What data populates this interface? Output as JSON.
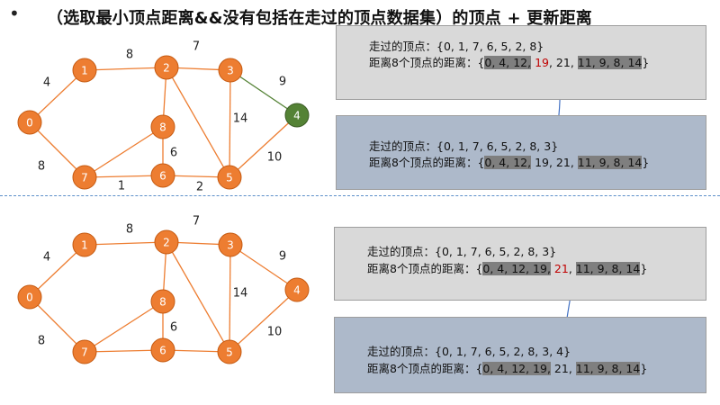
{
  "title": {
    "bullet": "•",
    "text": "（选取最小顶点距离&&没有包括在走过的顶点数据集）的顶点 + 更新距离"
  },
  "colors": {
    "node_orange": "#ed7d31",
    "node_green": "#548235",
    "box_grey": "#d9d9d9",
    "box_blue": "#adb9ca",
    "highlight": "#7f7f7f",
    "red_text": "#c00000",
    "arrow": "#4472c4"
  },
  "graphs": [
    {
      "nodes": [
        {
          "label": "0",
          "state": "normal"
        },
        {
          "label": "1",
          "state": "normal"
        },
        {
          "label": "2",
          "state": "normal"
        },
        {
          "label": "3",
          "state": "normal"
        },
        {
          "label": "4",
          "state": "selected"
        },
        {
          "label": "5",
          "state": "normal"
        },
        {
          "label": "6",
          "state": "normal"
        },
        {
          "label": "7",
          "state": "normal"
        },
        {
          "label": "8",
          "state": "normal"
        }
      ],
      "edges": [
        {
          "from": "0",
          "to": "1",
          "weight": "4"
        },
        {
          "from": "1",
          "to": "2",
          "weight": "8"
        },
        {
          "from": "2",
          "to": "3",
          "weight": "7"
        },
        {
          "from": "3",
          "to": "4",
          "weight": "9",
          "state": "selected"
        },
        {
          "from": "3",
          "to": "5",
          "weight": "14"
        },
        {
          "from": "4",
          "to": "5",
          "weight": "10"
        },
        {
          "from": "2",
          "to": "8",
          "weight": ""
        },
        {
          "from": "8",
          "to": "6",
          "weight": "6"
        },
        {
          "from": "8",
          "to": "7",
          "weight": ""
        },
        {
          "from": "7",
          "to": "6",
          "weight": "1"
        },
        {
          "from": "6",
          "to": "5",
          "weight": "2"
        },
        {
          "from": "0",
          "to": "7",
          "weight": "8"
        },
        {
          "from": "2",
          "to": "5",
          "weight": ""
        }
      ]
    },
    {
      "nodes": [
        {
          "label": "0",
          "state": "normal"
        },
        {
          "label": "1",
          "state": "normal"
        },
        {
          "label": "2",
          "state": "normal"
        },
        {
          "label": "3",
          "state": "normal"
        },
        {
          "label": "4",
          "state": "normal"
        },
        {
          "label": "5",
          "state": "normal"
        },
        {
          "label": "6",
          "state": "normal"
        },
        {
          "label": "7",
          "state": "normal"
        },
        {
          "label": "8",
          "state": "normal"
        }
      ],
      "edges": [
        {
          "from": "0",
          "to": "1",
          "weight": "4"
        },
        {
          "from": "1",
          "to": "2",
          "weight": "8"
        },
        {
          "from": "2",
          "to": "3",
          "weight": "7"
        },
        {
          "from": "3",
          "to": "4",
          "weight": "9"
        },
        {
          "from": "3",
          "to": "5",
          "weight": "14"
        },
        {
          "from": "4",
          "to": "5",
          "weight": "10"
        },
        {
          "from": "2",
          "to": "8",
          "weight": ""
        },
        {
          "from": "8",
          "to": "6",
          "weight": "6"
        },
        {
          "from": "8",
          "to": "7",
          "weight": ""
        },
        {
          "from": "7",
          "to": "6",
          "weight": ""
        },
        {
          "from": "6",
          "to": "5",
          "weight": ""
        },
        {
          "from": "0",
          "to": "7",
          "weight": "8"
        },
        {
          "from": "2",
          "to": "5",
          "weight": ""
        }
      ]
    }
  ],
  "boxes": [
    {
      "style": "grey",
      "visited": "走过的顶点：{0, 1, 7, 6, 5, 2, 8}",
      "dist_prefix": "距离8个顶点的距离：{",
      "dist_segments": [
        {
          "text": "0, 4, 12,",
          "style": "hl"
        },
        {
          "text": " ",
          "style": "plain"
        },
        {
          "text": "19",
          "style": "red"
        },
        {
          "text": ", 21, ",
          "style": "plain"
        },
        {
          "text": "11, 9, 8, 14",
          "style": "hl"
        }
      ],
      "dist_suffix": "}"
    },
    {
      "style": "blue",
      "visited": "走过的顶点：{0, 1, 7, 6, 5, 2, 8, 3}",
      "dist_prefix": "距离8个顶点的距离：{",
      "dist_segments": [
        {
          "text": "0, 4, 12,",
          "style": "hl"
        },
        {
          "text": " 19, 21, ",
          "style": "plain"
        },
        {
          "text": "11, 9, 8, 14",
          "style": "hl"
        }
      ],
      "dist_suffix": "}"
    },
    {
      "style": "grey",
      "visited": "走过的顶点：{0, 1, 7, 6, 5, 2, 8, 3}",
      "dist_prefix": "距离8个顶点的距离：{",
      "dist_segments": [
        {
          "text": "0, 4, 12, 19,",
          "style": "hl"
        },
        {
          "text": " ",
          "style": "plain"
        },
        {
          "text": "21",
          "style": "red"
        },
        {
          "text": ", ",
          "style": "plain"
        },
        {
          "text": "11, 9, 8, 14",
          "style": "hl"
        }
      ],
      "dist_suffix": "}"
    },
    {
      "style": "blue",
      "visited": "走过的顶点：{0, 1, 7, 6, 5, 2, 8, 3, 4}",
      "dist_prefix": "距离8个顶点的距离：{",
      "dist_segments": [
        {
          "text": "0, 4, 12, 19,",
          "style": "hl"
        },
        {
          "text": " 21, ",
          "style": "plain"
        },
        {
          "text": "11, 9, 8, 14",
          "style": "hl"
        }
      ],
      "dist_suffix": "}"
    }
  ]
}
